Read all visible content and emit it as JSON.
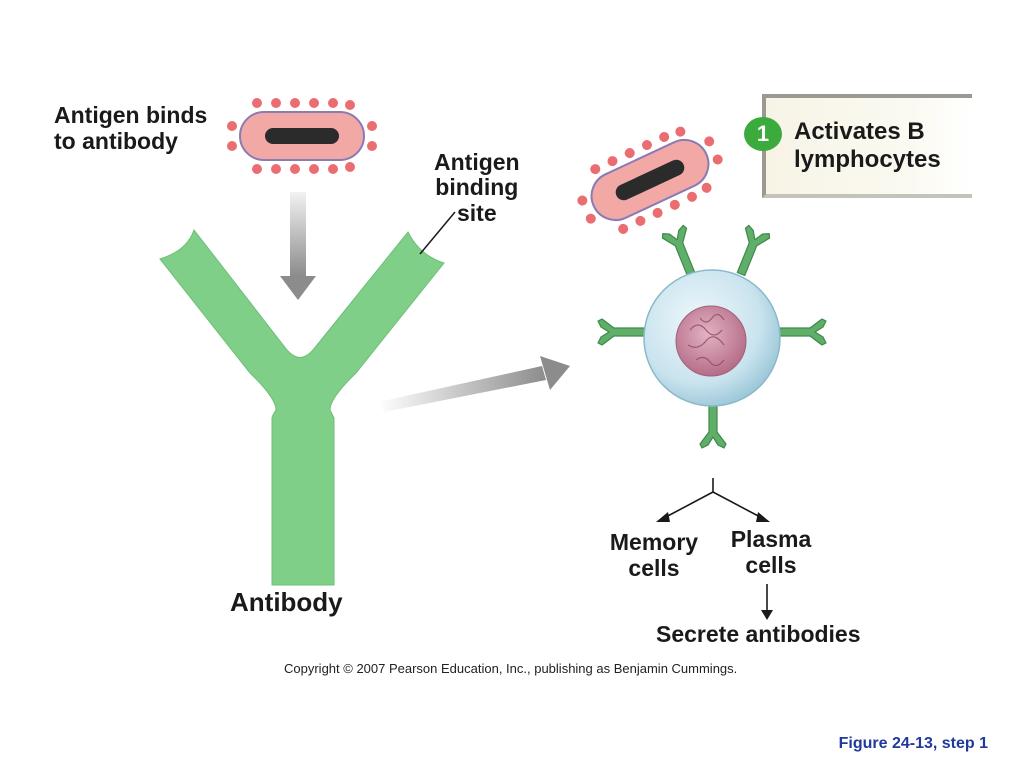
{
  "labels": {
    "antigen_binds": [
      "Antigen binds",
      "to antibody"
    ],
    "antigen_binding_site": [
      "Antigen",
      "binding",
      "site"
    ],
    "antibody": "Antibody",
    "step_number": "1",
    "step_text": [
      "Activates B",
      "lymphocytes"
    ],
    "memory_cells": [
      "Memory",
      "cells"
    ],
    "plasma_cells": [
      "Plasma",
      "cells"
    ],
    "secrete_antibodies": "Secrete antibodies"
  },
  "footer": {
    "copyright": "Copyright © 2007 Pearson Education, Inc., publishing as Benjamin Cummings.",
    "figure_caption": "Figure 24-13, step 1"
  },
  "colors": {
    "antibody_fill": "#7fcf89",
    "receptor_fill": "#5fae6a",
    "antigen_fill": "#f2a8a5",
    "antigen_core": "#2b2b2b",
    "antigen_spikes": "#ea6e71",
    "cell_fill": "#c9e3ee",
    "nucleus_fill": "#c77f98",
    "step_badge": "#3aab3c",
    "caption": "#1f3a9c"
  }
}
